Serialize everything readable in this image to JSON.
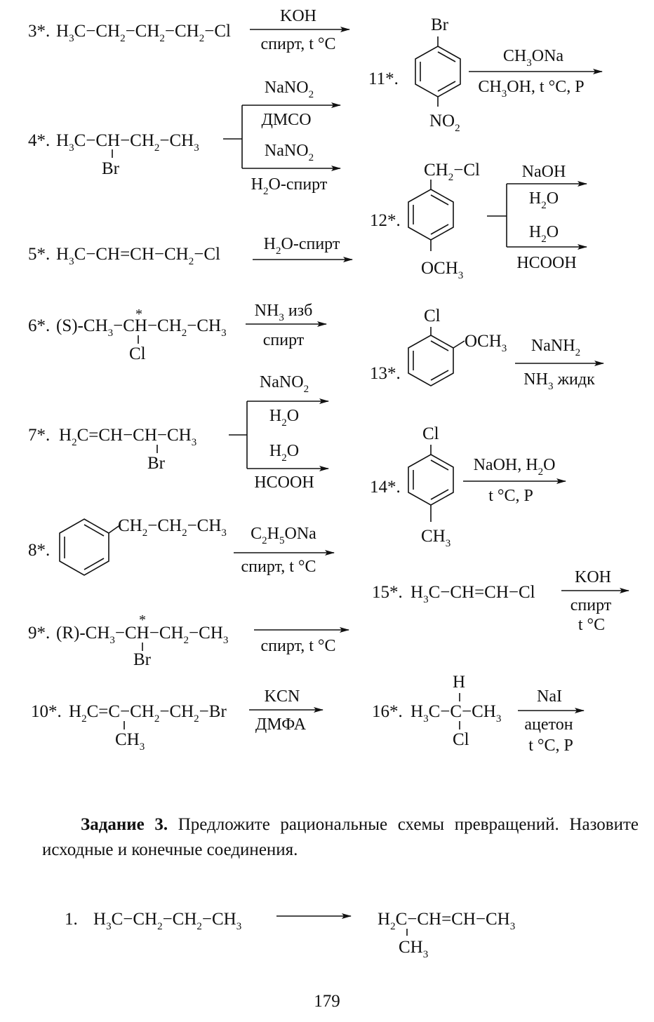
{
  "reactions": [
    {
      "num": "3*.",
      "reagent_top": "KOH",
      "reagent_bottom": "спирт, t °C"
    },
    {
      "num": "4*.",
      "substituent": "Br",
      "top_reagent_1": "NaNO2",
      "bottom_reagent_1": "ДМСО",
      "top_reagent_2": "NaNO2",
      "bottom_reagent_2": "H2O-спирт"
    },
    {
      "num": "5*.",
      "reagent_top": "H2O-спирт"
    },
    {
      "num": "6*.",
      "prefix": "(S)-",
      "substituent": "Cl",
      "reagent_top": "NH3 изб",
      "reagent_bottom": "спирт"
    },
    {
      "num": "7*.",
      "substituent": "Br",
      "top_reagent_1": "NaNO2",
      "bottom_reagent_1": "H2O",
      "top_reagent_2": "H2O",
      "bottom_reagent_2": "HCOOH"
    },
    {
      "num": "8*.",
      "reagent_top": "C2H5ONa",
      "reagent_bottom": "спирт, t °C"
    },
    {
      "num": "9*.",
      "prefix": "(R)-",
      "substituent": "Br",
      "reagent_bottom": "спирт, t °C"
    },
    {
      "num": "10*.",
      "reagent_top": "KCN",
      "reagent_bottom": "ДМФА"
    },
    {
      "num": "11*.",
      "top_substituent": "Br",
      "bottom_substituent": "NO2",
      "reagent_top": "CH3ONa",
      "reagent_bottom": "CH3OH, t °C, P"
    },
    {
      "num": "12*.",
      "top_substituent": "CH2–Cl",
      "bottom_substituent": "OCH3",
      "top_reagent_1": "NaOH",
      "bottom_reagent_1": "H2O",
      "top_reagent_2": "H2O",
      "bottom_reagent_2": "HCOOH"
    },
    {
      "num": "13*.",
      "substituent_1": "Cl",
      "substituent_2": "OCH3",
      "reagent_top": "NaNH2",
      "reagent_bottom": "NH3 жидк"
    },
    {
      "num": "14*.",
      "top_substituent": "Cl",
      "bottom_substituent": "CH3",
      "reagent_top": "NaOH, H2O",
      "reagent_bottom": "t °C, P"
    },
    {
      "num": "15*.",
      "reagent_top": "KOH",
      "reagent_bottom_1": "спирт",
      "reagent_bottom_2": "t °C"
    },
    {
      "num": "16*.",
      "substituent_top": "H",
      "substituent_bottom": "Cl",
      "reagent_top": "NaI",
      "reagent_bottom_1": "ацетон",
      "reagent_bottom_2": "t °C, P"
    }
  ],
  "task": {
    "title": "Задание 3.",
    "text": "Предложите рациональные схемы превращений. Назовите исходные и конечные соединения."
  },
  "task_items": [
    {
      "num": "1."
    }
  ],
  "page_number": "179"
}
